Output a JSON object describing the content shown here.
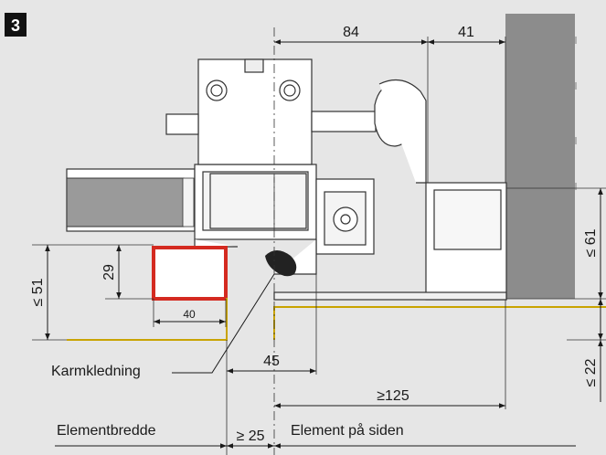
{
  "figure": {
    "number": "3",
    "dimensions": {
      "d84": "84",
      "d41": "41",
      "d61": "≤ 61",
      "d22": "≤ 22",
      "d51": "≤ 51",
      "d29": "29",
      "d40": "40",
      "d45": "45",
      "d125": "≥125",
      "d25": "≥ 25"
    },
    "labels": {
      "karmkledning": "Karmkledning",
      "elementbredde": "Elementbredde",
      "element_pa_siden": "Element på siden"
    }
  },
  "colors": {
    "background": "#e6e6e6",
    "wall": "#8c8c8c",
    "highlight": "#d42a20",
    "trim": "#c9a300",
    "badge": "#111111"
  }
}
